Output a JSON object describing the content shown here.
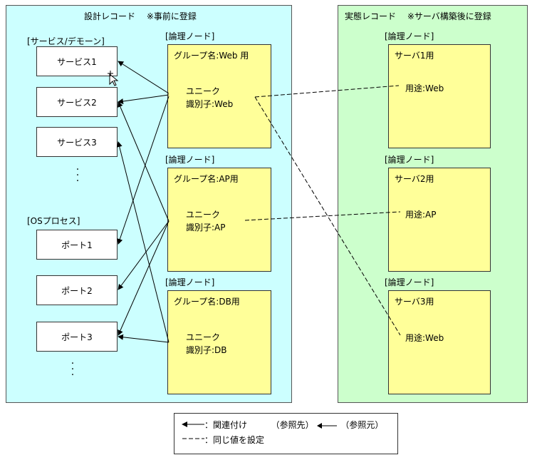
{
  "design": {
    "title": "設計レコード　 ※事前に登録",
    "service_group_label": "[サービス/デモーン]",
    "services": [
      "サービス1",
      "サービス2",
      "サービス3"
    ],
    "os_group_label": "[OSプロセス]",
    "ports": [
      "ポート1",
      "ポート2",
      "ポート3"
    ],
    "node_label": "[論理ノード]",
    "nodes": [
      {
        "head": "グループ名:Web 用",
        "uid_line1": "ユニーク",
        "uid_line2": "識別子:Web"
      },
      {
        "head": "グループ名:AP用",
        "uid_line1": "ユニーク",
        "uid_line2": "識別子:AP"
      },
      {
        "head": "グループ名:DB用",
        "uid_line1": "ユニーク",
        "uid_line2": "識別子:DB"
      }
    ]
  },
  "actual": {
    "title": "実態レコード　 ※サーバ構築後に登録",
    "node_label": "[論理ノード]",
    "servers": [
      {
        "head": "サーバ1用",
        "use": "用途:Web"
      },
      {
        "head": "サーバ2用",
        "use": "用途:AP"
      },
      {
        "head": "サーバ3用",
        "use": "用途:Web"
      }
    ]
  },
  "legend": {
    "arrow_label": "：関連付け",
    "ref_to": "（参照先）",
    "ref_from": "（参照元）",
    "dashed_label": "：同じ値を設定"
  },
  "colors": {
    "design_bg": "#ccffff",
    "actual_bg": "#ccffcc",
    "node_bg": "#ffff99",
    "service_bg": "#ffffff"
  }
}
